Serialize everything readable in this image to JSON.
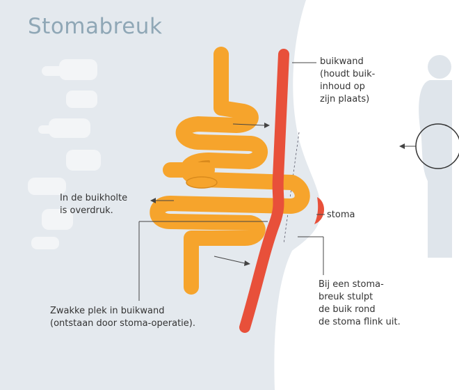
{
  "title": "Stomabreuk",
  "labels": {
    "buikwand": [
      "buikwand",
      "(houdt buik-",
      "inhoud op",
      "zijn plaats)"
    ],
    "buikholte": [
      "In de buikholte",
      "is overdruk."
    ],
    "stoma": [
      "stoma"
    ],
    "zwakke_plek": [
      "Zwakke plek in buikwand",
      "(ontstaan door stoma-operatie)."
    ],
    "stomabreuk": [
      "Bij een stoma-",
      "breuk  stulpt",
      "de buik rond",
      "de stoma flink uit."
    ]
  },
  "colors": {
    "background": "#ffffff",
    "body": "#e4e9ee",
    "bones": "#f3f5f7",
    "silhouette": "#dfe5eb",
    "intestine": "#f6a42c",
    "intestine_dark": "#d98a1c",
    "abdominal_wall": "#e8503a",
    "title": "#8fa7b6",
    "text": "#333333",
    "leader": "#444444"
  }
}
